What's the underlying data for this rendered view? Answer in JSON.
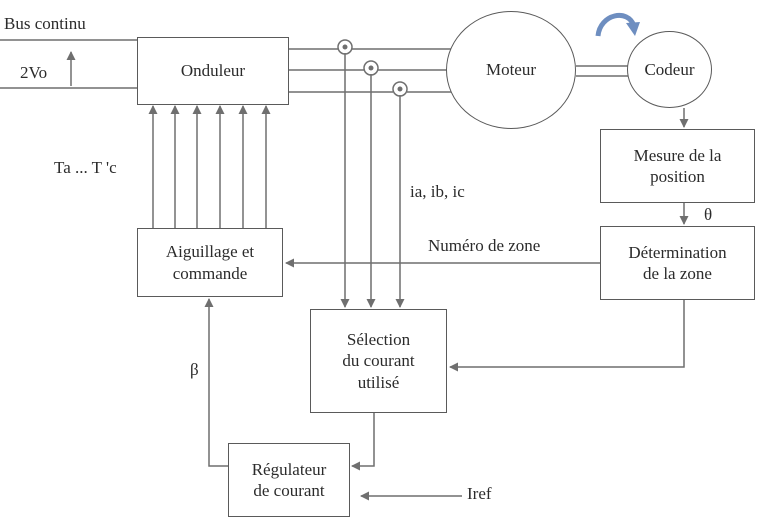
{
  "labels": {
    "bus_continu": "Bus continu",
    "voltage": "2Vo",
    "switch_signals": "Ta ... T 'c",
    "currents": "ia, ib, ic",
    "zone_number": "Numéro de zone",
    "theta": "θ",
    "beta": "β",
    "iref": "Iref"
  },
  "blocks": {
    "onduleur": "Onduleur",
    "moteur": "Moteur",
    "codeur": "Codeur",
    "mesure_position": "Mesure de la\nposition",
    "determination_zone": "Détermination\nde la zone",
    "aiguillage": "Aiguillage et\ncommande",
    "selection_courant": "Sélection\ndu courant\nutilisé",
    "regulateur": "Régulateur\nde courant"
  },
  "colors": {
    "line": "#6f6f6f",
    "rotation_arrow": "#6e8ec0"
  }
}
